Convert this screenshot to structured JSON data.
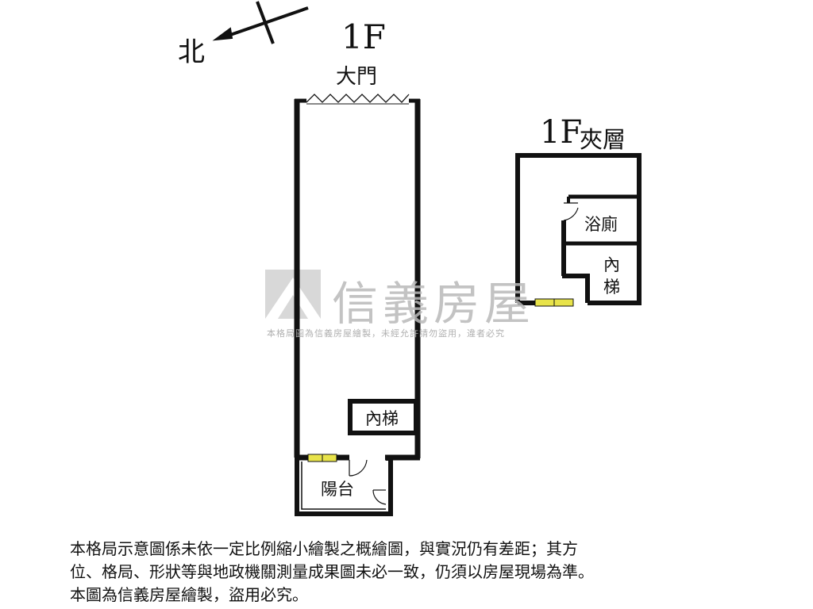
{
  "compass": {
    "label": "北"
  },
  "floor1": {
    "title": "1F",
    "entrance": "大門",
    "stair": "內梯",
    "balcony": "陽台"
  },
  "mezzanine": {
    "title": "1F",
    "title_suffix": "夾層",
    "bath": "浴廁",
    "stair_line1": "內",
    "stair_line2": "梯"
  },
  "watermark": {
    "brand": "信義房屋",
    "notice": "本格局圖為信義房屋繪製，未經允許請勿盜用，違者必究"
  },
  "disclaimer": {
    "line1": "本格局示意圖係未依一定比例縮小繪製之概繪圖，與實況仍有差距；其方",
    "line2": "位、格局、形狀等與地政機關測量成果圖未必一致，仍須以房屋現場為準。",
    "line3": "本圖為信義房屋繪製，盜用必究。"
  },
  "colors": {
    "wall": "#111111",
    "window": "#e8e34a",
    "watermark": "#b9b9b9"
  }
}
